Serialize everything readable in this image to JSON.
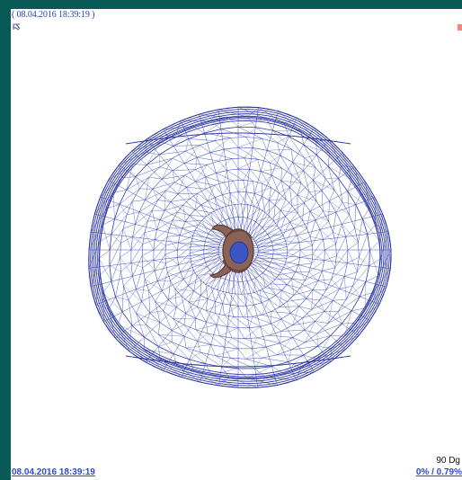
{
  "viewer": {
    "header_timestamp": "( 08.04.2016 18:39:19 )",
    "bottom_timestamp": "08.04.2016 18:39:19",
    "rotation_label": "90 Dg",
    "percent_label": "0% / 0.79%"
  },
  "colors": {
    "outer_background": "#075a55",
    "viewport_background": "#ffffff",
    "mesh": "#3140b8",
    "mesh_dense": "#1f2a9c",
    "header_text": "#2a39c8",
    "bottom_text": "#3048d8",
    "marker": "#ff7f7a",
    "figure_skin": "#8a6258",
    "figure_shadow": "#5e3d38",
    "figure_core": "#3b55c7"
  },
  "icons": {
    "top_left": "axis-icon",
    "top_right": "status-marker-icon"
  }
}
